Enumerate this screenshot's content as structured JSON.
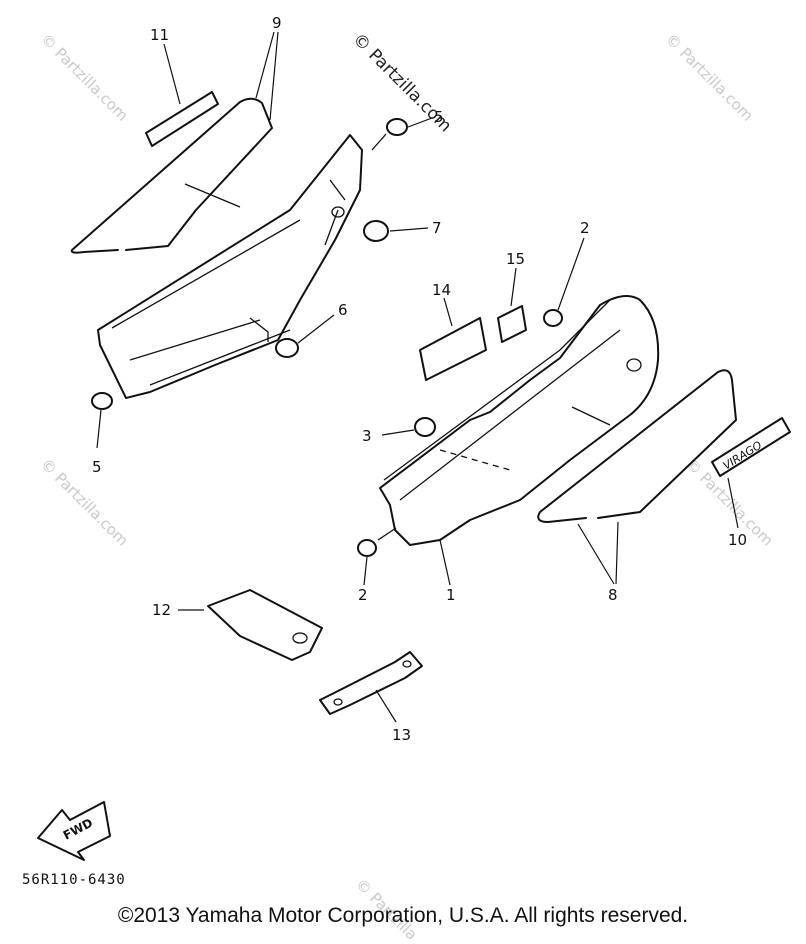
{
  "watermark": "© Partzilla.com",
  "callouts": {
    "c1": "1",
    "c2a": "2",
    "c2b": "2",
    "c3": "3",
    "c5a": "5",
    "c5b": "5",
    "c6": "6",
    "c7": "7",
    "c8": "8",
    "c9": "9",
    "c10": "10",
    "c11": "11",
    "c12": "12",
    "c13": "13",
    "c14": "14",
    "c15": "15"
  },
  "fwd_label": "FWD",
  "emblem_text": "VIRAGO",
  "drawing_code": "56R110-6430",
  "copyright": "©2013  Yamaha Motor Corporation, U.S.A. All rights reserved."
}
